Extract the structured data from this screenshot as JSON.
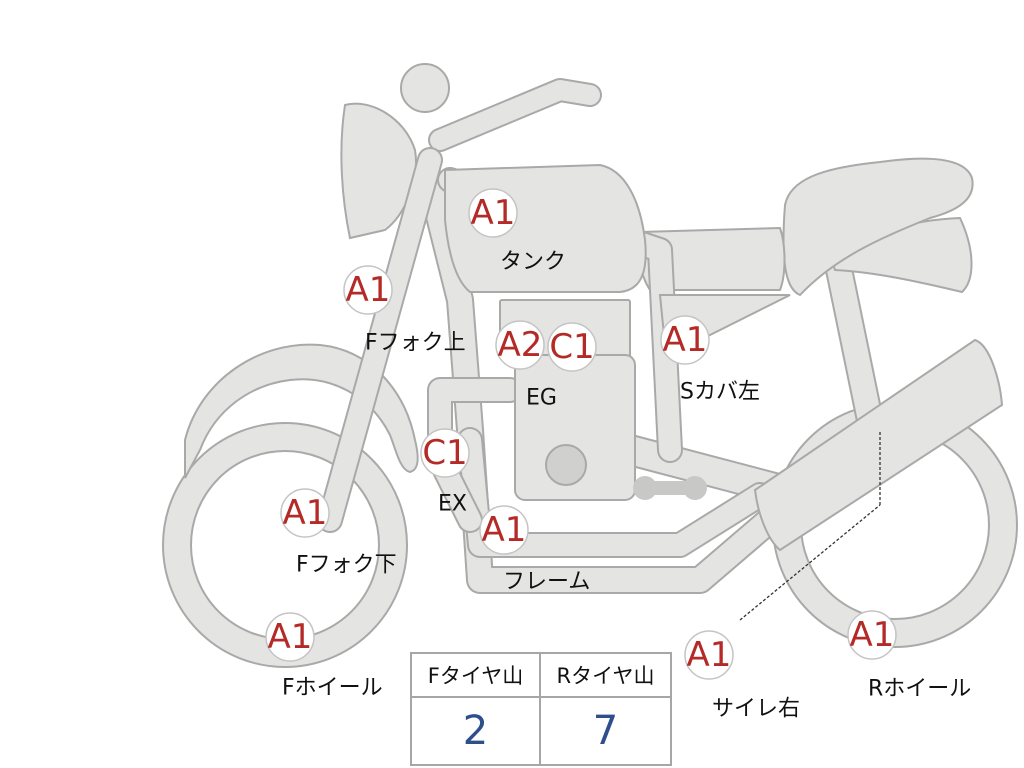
{
  "parts": {
    "tank": {
      "grade": "A1",
      "label": "タンク"
    },
    "fork_upper": {
      "grade": "A1",
      "label": "Fフォク上"
    },
    "engine": {
      "grade1": "A2",
      "grade2": "C1",
      "label": "EG"
    },
    "side_cover": {
      "grade": "A1",
      "label": "Sカバ左"
    },
    "exhaust": {
      "grade": "C1",
      "label": "EX"
    },
    "fork_lower": {
      "grade": "A1",
      "label": "Fフォク下"
    },
    "frame": {
      "grade": "A1",
      "label": "フレーム"
    },
    "front_wheel": {
      "grade": "A1",
      "label": "Fホイール"
    },
    "muffler": {
      "grade": "A1",
      "label": "サイレ右"
    },
    "rear_wheel": {
      "grade": "A1",
      "label": "Rホイール"
    }
  },
  "tire_table": {
    "front_header": "Fタイヤ山",
    "rear_header": "Rタイヤ山",
    "front_value": "2",
    "rear_value": "7"
  },
  "colors": {
    "body_fill": "#e4e4e2",
    "outline": "#a9a9a9",
    "grade_text": "#b32a27",
    "value_text": "#2f4f8c"
  }
}
